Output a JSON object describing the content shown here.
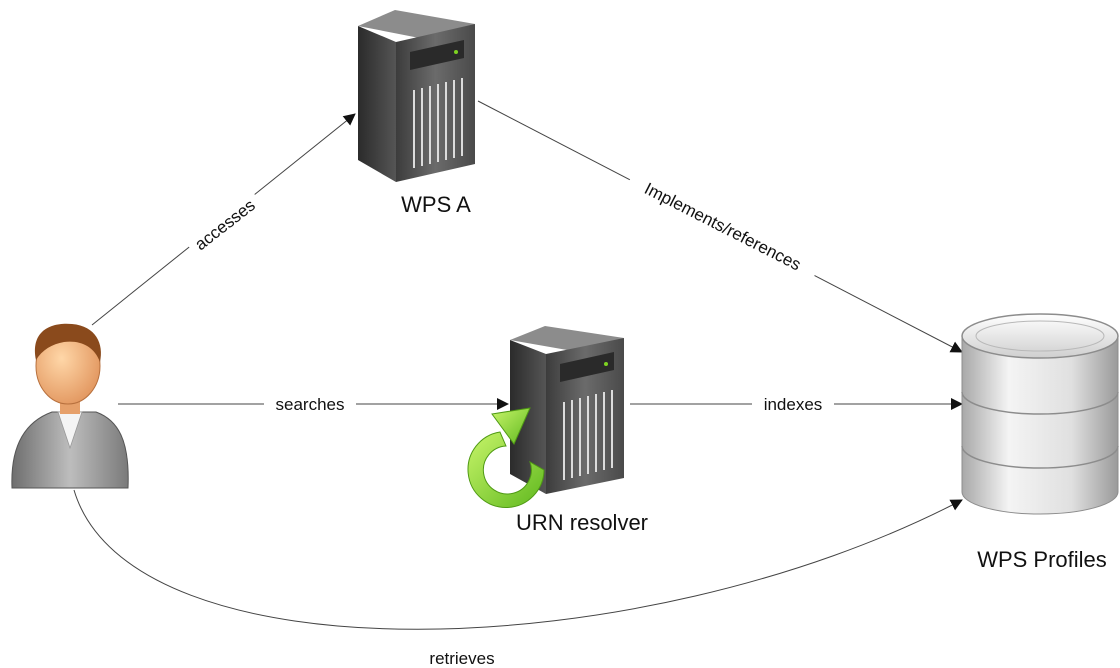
{
  "nodes": {
    "user": {
      "label": "",
      "icon": "user-icon"
    },
    "wps_a": {
      "label": "WPS A",
      "icon": "server-icon"
    },
    "urn_resolver": {
      "label": "URN resolver",
      "icon": "server-refresh-icon"
    },
    "wps_profiles": {
      "label": "WPS Profiles",
      "icon": "database-icon"
    }
  },
  "edges": {
    "accesses": {
      "from": "user",
      "to": "wps_a",
      "label": "accesses"
    },
    "searches": {
      "from": "user",
      "to": "urn_resolver",
      "label": "searches"
    },
    "implements": {
      "from": "wps_a",
      "to": "wps_profiles",
      "label": "Implements/references"
    },
    "indexes": {
      "from": "urn_resolver",
      "to": "wps_profiles",
      "label": "indexes"
    },
    "retrieves": {
      "from": "user",
      "to": "wps_profiles",
      "label": "retrieves"
    }
  },
  "colors": {
    "edge": "#444444",
    "server_dark": "#4a4a4a",
    "db_silver": "#d9d9d9",
    "refresh_green": "#7ed321",
    "skin": "#f2b57e",
    "hair": "#8a4a1c"
  }
}
